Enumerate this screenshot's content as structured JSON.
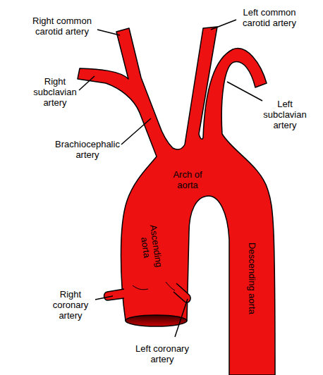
{
  "diagram": {
    "labels": [
      "Right common carotid artery",
      "Left common carotid artery",
      "Right subclavian artery",
      "Left subclavian artery",
      "Brachiocephalic artery",
      "Arch of aorta",
      "Ascending aorta",
      "Descending aorta",
      "Right coronary artery",
      "Left coronary artery"
    ]
  }
}
